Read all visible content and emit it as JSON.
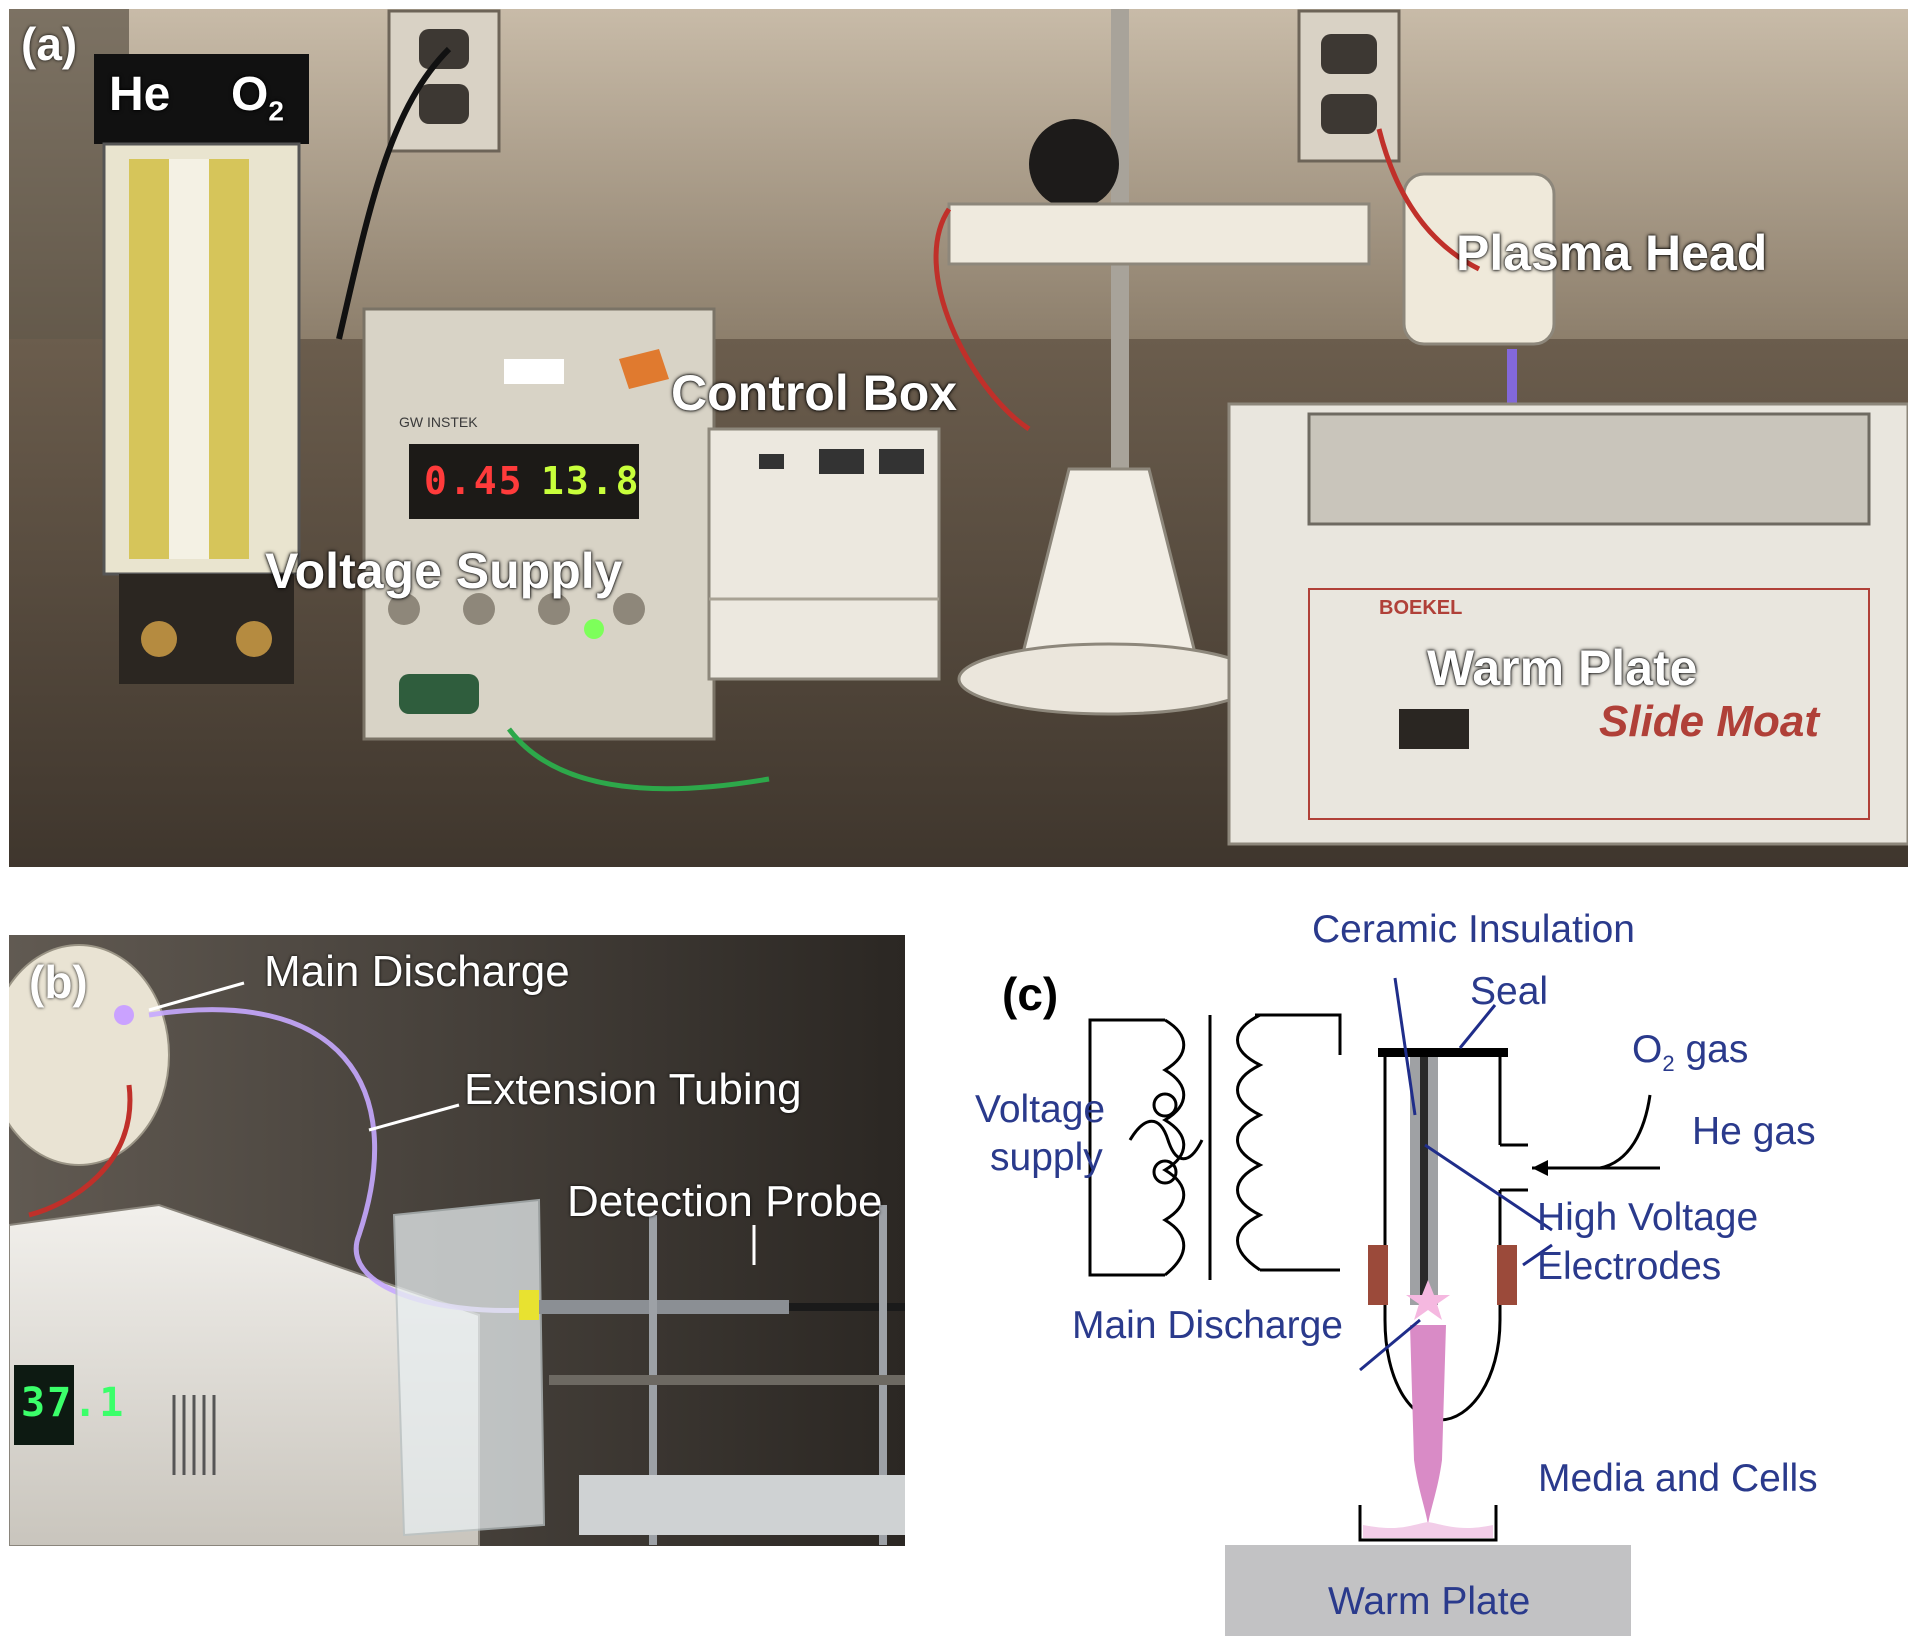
{
  "panel_a": {
    "tag": "(a)",
    "labels": {
      "he": "He",
      "o2_o": "O",
      "o2_sub": "2",
      "plasma_head": "Plasma Head",
      "control_box": "Control Box",
      "voltage_supply": "Voltage Supply",
      "warm_plate": "Warm Plate"
    },
    "readouts": {
      "left": "0.45",
      "right": "13.8"
    },
    "device_text": {
      "supply_brand": "GW INSTEK",
      "plate_brand": "BOEKEL",
      "plate_model": "Slide Moat"
    }
  },
  "panel_b": {
    "tag": "(b)",
    "labels": {
      "main_discharge": "Main Discharge",
      "extension_tubing": "Extension Tubing",
      "detection_probe": "Detection Probe"
    },
    "readout": "37.1"
  },
  "panel_c": {
    "tag": "(c)",
    "labels": {
      "ceramic_insulation": "Ceramic Insulation",
      "seal": "Seal",
      "o2_o": "O",
      "o2_sub": "2",
      "o2_gas": "gas",
      "he_gas": "He gas",
      "voltage": "Voltage",
      "supply": "supply",
      "high_voltage": "High Voltage",
      "electrodes": "Electrodes",
      "main_discharge": "Main Discharge",
      "media_and_cells": "Media and Cells",
      "warm_plate": "Warm Plate"
    }
  }
}
